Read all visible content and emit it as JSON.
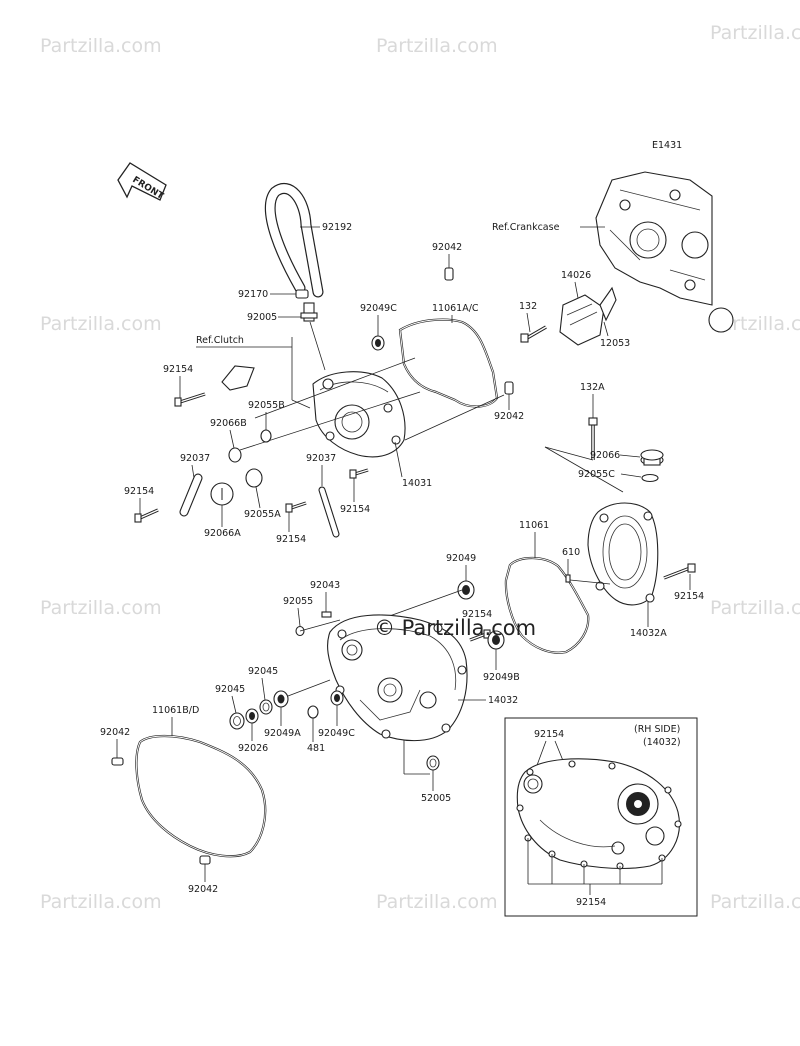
{
  "watermark": "Partzilla.com",
  "watermark_center": "© Partzilla.com",
  "diagram_code": "E1431",
  "front_label": "FRONT",
  "ref_crankcase": "Ref.Crankcase",
  "ref_clutch": "Ref.Clutch",
  "inset_title": "(RH SIDE)",
  "inset_subtitle": "(14032)",
  "labels": {
    "p92192": "92192",
    "p92042a": "92042",
    "p14026": "14026",
    "p132": "132",
    "p12053": "12053",
    "p92170": "92170",
    "p92049c_top": "92049C",
    "p11061ac": "11061A/C",
    "p92005": "92005",
    "p92154a": "92154",
    "p92055b": "92055B",
    "p92066b": "92066B",
    "p92042b": "92042",
    "p132a": "132A",
    "p92037a": "92037",
    "p92037b": "92037",
    "p92066": "92066",
    "p92055c": "92055C",
    "p92154b": "92154",
    "p14031": "14031",
    "p92154c": "92154",
    "p92055a": "92055A",
    "p92066a": "92066A",
    "p92154d": "92154",
    "p11061": "11061",
    "p610": "610",
    "p92049": "92049",
    "p92154e": "92154",
    "p92043": "92043",
    "p92055": "92055",
    "p92154f": "92154",
    "p14032a": "14032A",
    "p92049b": "92049B",
    "p92045a": "92045",
    "p92045b": "92045",
    "p14032": "14032",
    "p11061bd": "11061B/D",
    "p92042c": "92042",
    "p92026": "92026",
    "p92049a": "92049A",
    "p481": "481",
    "p92049c_mid": "92049C",
    "p52005": "52005",
    "p92042d": "92042",
    "p92154g": "92154",
    "p92154h": "92154"
  },
  "colors": {
    "line": "#222222",
    "watermark": "#d9d9d9"
  }
}
